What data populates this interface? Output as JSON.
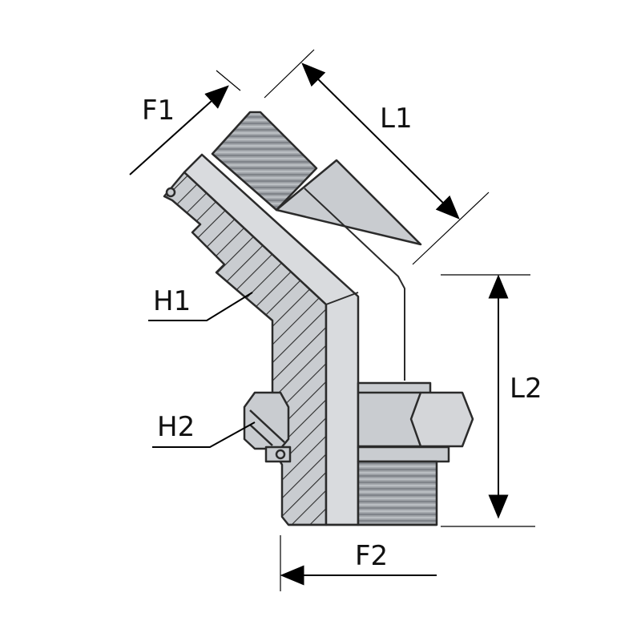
{
  "diagram": {
    "labels": {
      "f1": "F1",
      "l1": "L1",
      "h1": "H1",
      "h2": "H2",
      "l2": "L2",
      "f2": "F2"
    },
    "colors": {
      "body": "#c9ccd0",
      "body_light": "#dfe1e4",
      "thread": "#9a9ea3",
      "outline": "#2b2b2b",
      "dimension": "#000000"
    }
  }
}
